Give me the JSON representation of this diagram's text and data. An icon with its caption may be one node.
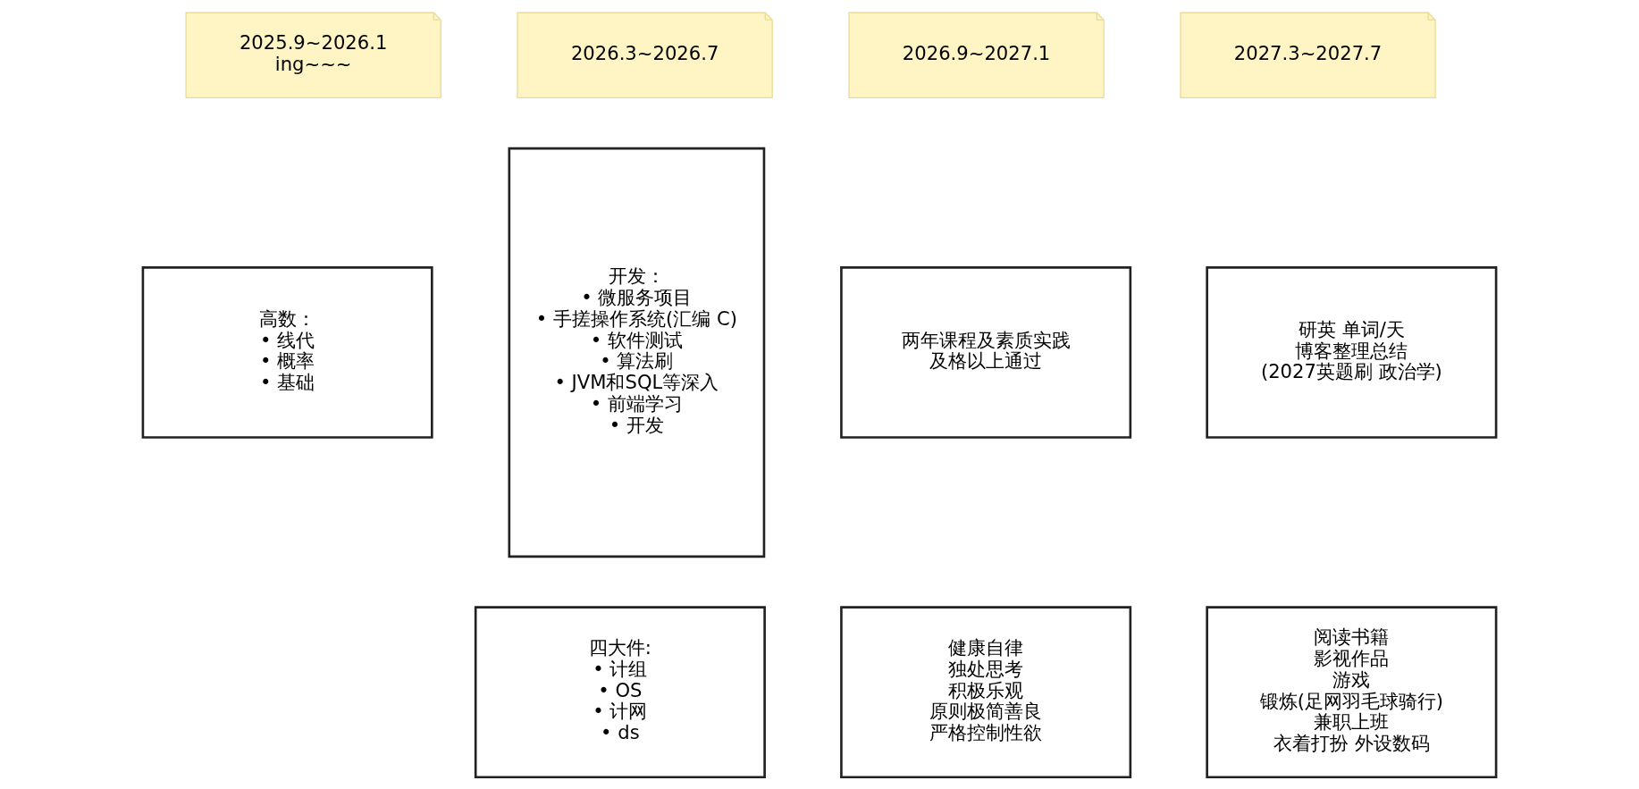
{
  "diagram": {
    "nodes": [
      {
        "text": [
          "2025.9~2026.1",
          "ing~~~"
        ]
      },
      {
        "text": [
          "2026.3~2026.7"
        ]
      },
      {
        "text": [
          "2026.9~2027.1"
        ]
      },
      {
        "text": [
          "2027.3~2027.7"
        ]
      },
      {
        "text": [
          "高数：",
          "• 线代",
          "• 概率",
          "• 基础"
        ]
      },
      {
        "text": [
          "开发：",
          "• 微服务项目",
          "• 手搓操作系统(汇编 C)",
          "• 软件测试",
          "• 算法刷",
          "• JVM和SQL等深入",
          "• 前端学习",
          "• 开发"
        ]
      },
      {
        "text": [
          "两年课程及素质实践",
          "及格以上通过"
        ]
      },
      {
        "text": [
          "研英 单词/天",
          "博客整理总结",
          "(2027英题刷 政治学)"
        ]
      },
      {
        "text": [
          "四大件:",
          "• 计组",
          "• OS",
          "• 计网",
          "• ds"
        ]
      },
      {
        "text": [
          "健康自律",
          "独处思考",
          "积极乐观",
          "原则极简善良",
          "严格控制性欲"
        ]
      },
      {
        "text": [
          "阅读书籍",
          "影视作品",
          "游戏",
          "锻炼(足网羽毛球骑行)",
          "兼职上班",
          "衣着打扮 外设数码"
        ]
      }
    ],
    "edges": []
  }
}
